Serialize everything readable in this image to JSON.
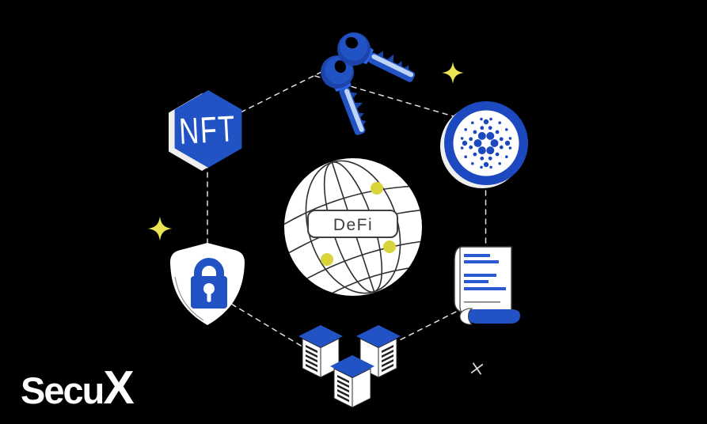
{
  "page": {
    "background": "#000000"
  },
  "brand": {
    "name_prefix": "Secu",
    "name_x": "X"
  },
  "globe": {
    "label": "DeFi"
  },
  "badges": {
    "nft_label": "NFT"
  },
  "icons": {
    "nft": "nft-hexagon-badge-icon",
    "keys": "private-keys-icon",
    "cardano": "cardano-coin-icon",
    "document": "smart-contract-document-icon",
    "servers": "blockchain-server-cubes-icon",
    "shield": "security-shield-lock-icon",
    "globe": "defi-globe-icon",
    "sparkles": "sparkle-star-icon",
    "cross": "small-cross-sparkle-icon"
  },
  "colors": {
    "bg": "#000000",
    "primary_blue": "#2253c5",
    "dark_blue": "#1c44a8",
    "bright_blue": "#2e63e8",
    "light_blue": "#bdd4f7",
    "ring_blue": "#1d49c0",
    "white": "#ffffff",
    "paper_line_blue": "#2a5ad0",
    "sparkle_yellow": "#eae455",
    "globe_dot_yellow": "#d9d43c",
    "dash_gray": "#e0e0e0",
    "grid_gray": "#2f2f2f",
    "ink_gray": "#3f3f3f",
    "vent_dark": "#1f1f1f"
  }
}
